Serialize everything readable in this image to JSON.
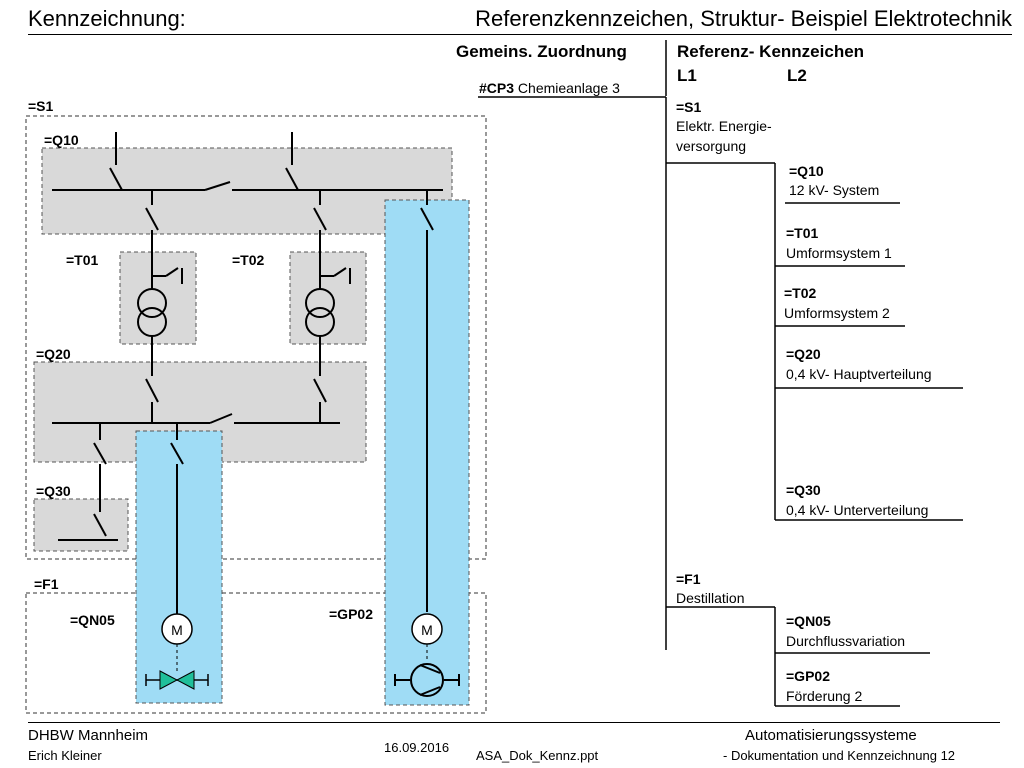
{
  "header": {
    "left": "Kennzeichnung:",
    "right": "Referenzkennzeichen, Struktur- Beispiel Elektrotechnik"
  },
  "columns": {
    "assignment": "Gemeins. Zuordnung",
    "reference": "Referenz- Kennzeichen",
    "level1": "L1",
    "level2": "L2"
  },
  "root": {
    "code": "#CP3",
    "desc": "Chemieanlage 3"
  },
  "tree": {
    "s1_code": "=S1",
    "s1_desc1": "Elektr. Energie-",
    "s1_desc2": "versorgung",
    "q10_code": "=Q10",
    "q10_desc": "12 kV- System",
    "t01_code": "=T01",
    "t01_desc": "Umformsystem 1",
    "t02_code": "=T02",
    "t02_desc": "Umformsystem 2",
    "q20_code": "=Q20",
    "q20_desc": "0,4 kV- Hauptverteilung",
    "q30_code": "=Q30",
    "q30_desc": "0,4 kV- Unterverteilung",
    "f1_code": "=F1",
    "f1_desc": "Destillation",
    "qn05_code": "=QN05",
    "qn05_desc": "Durchflussvariation",
    "gp02_code": "=GP02",
    "gp02_desc": "Förderung 2"
  },
  "diagram_labels": {
    "s1": "=S1",
    "q10": "=Q10",
    "t01": "=T01",
    "t02": "=T02",
    "q20": "=Q20",
    "q30": "=Q30",
    "f1": "=F1",
    "qn05": "=QN05",
    "gp02": "=GP02",
    "motor": "M"
  },
  "colors": {
    "grey_box": "#d9d9d9",
    "blue_box": "#9fdcf5",
    "valve": "#1fbf9a"
  },
  "footer": {
    "institution": "DHBW  Mannheim",
    "author": "Erich Kleiner",
    "date": "16.09.2016",
    "file": "ASA_Dok_Kennz.ppt",
    "course": "Automatisierungssysteme",
    "subtitle": "- Dokumentation und Kennzeichnung",
    "page": "12"
  }
}
